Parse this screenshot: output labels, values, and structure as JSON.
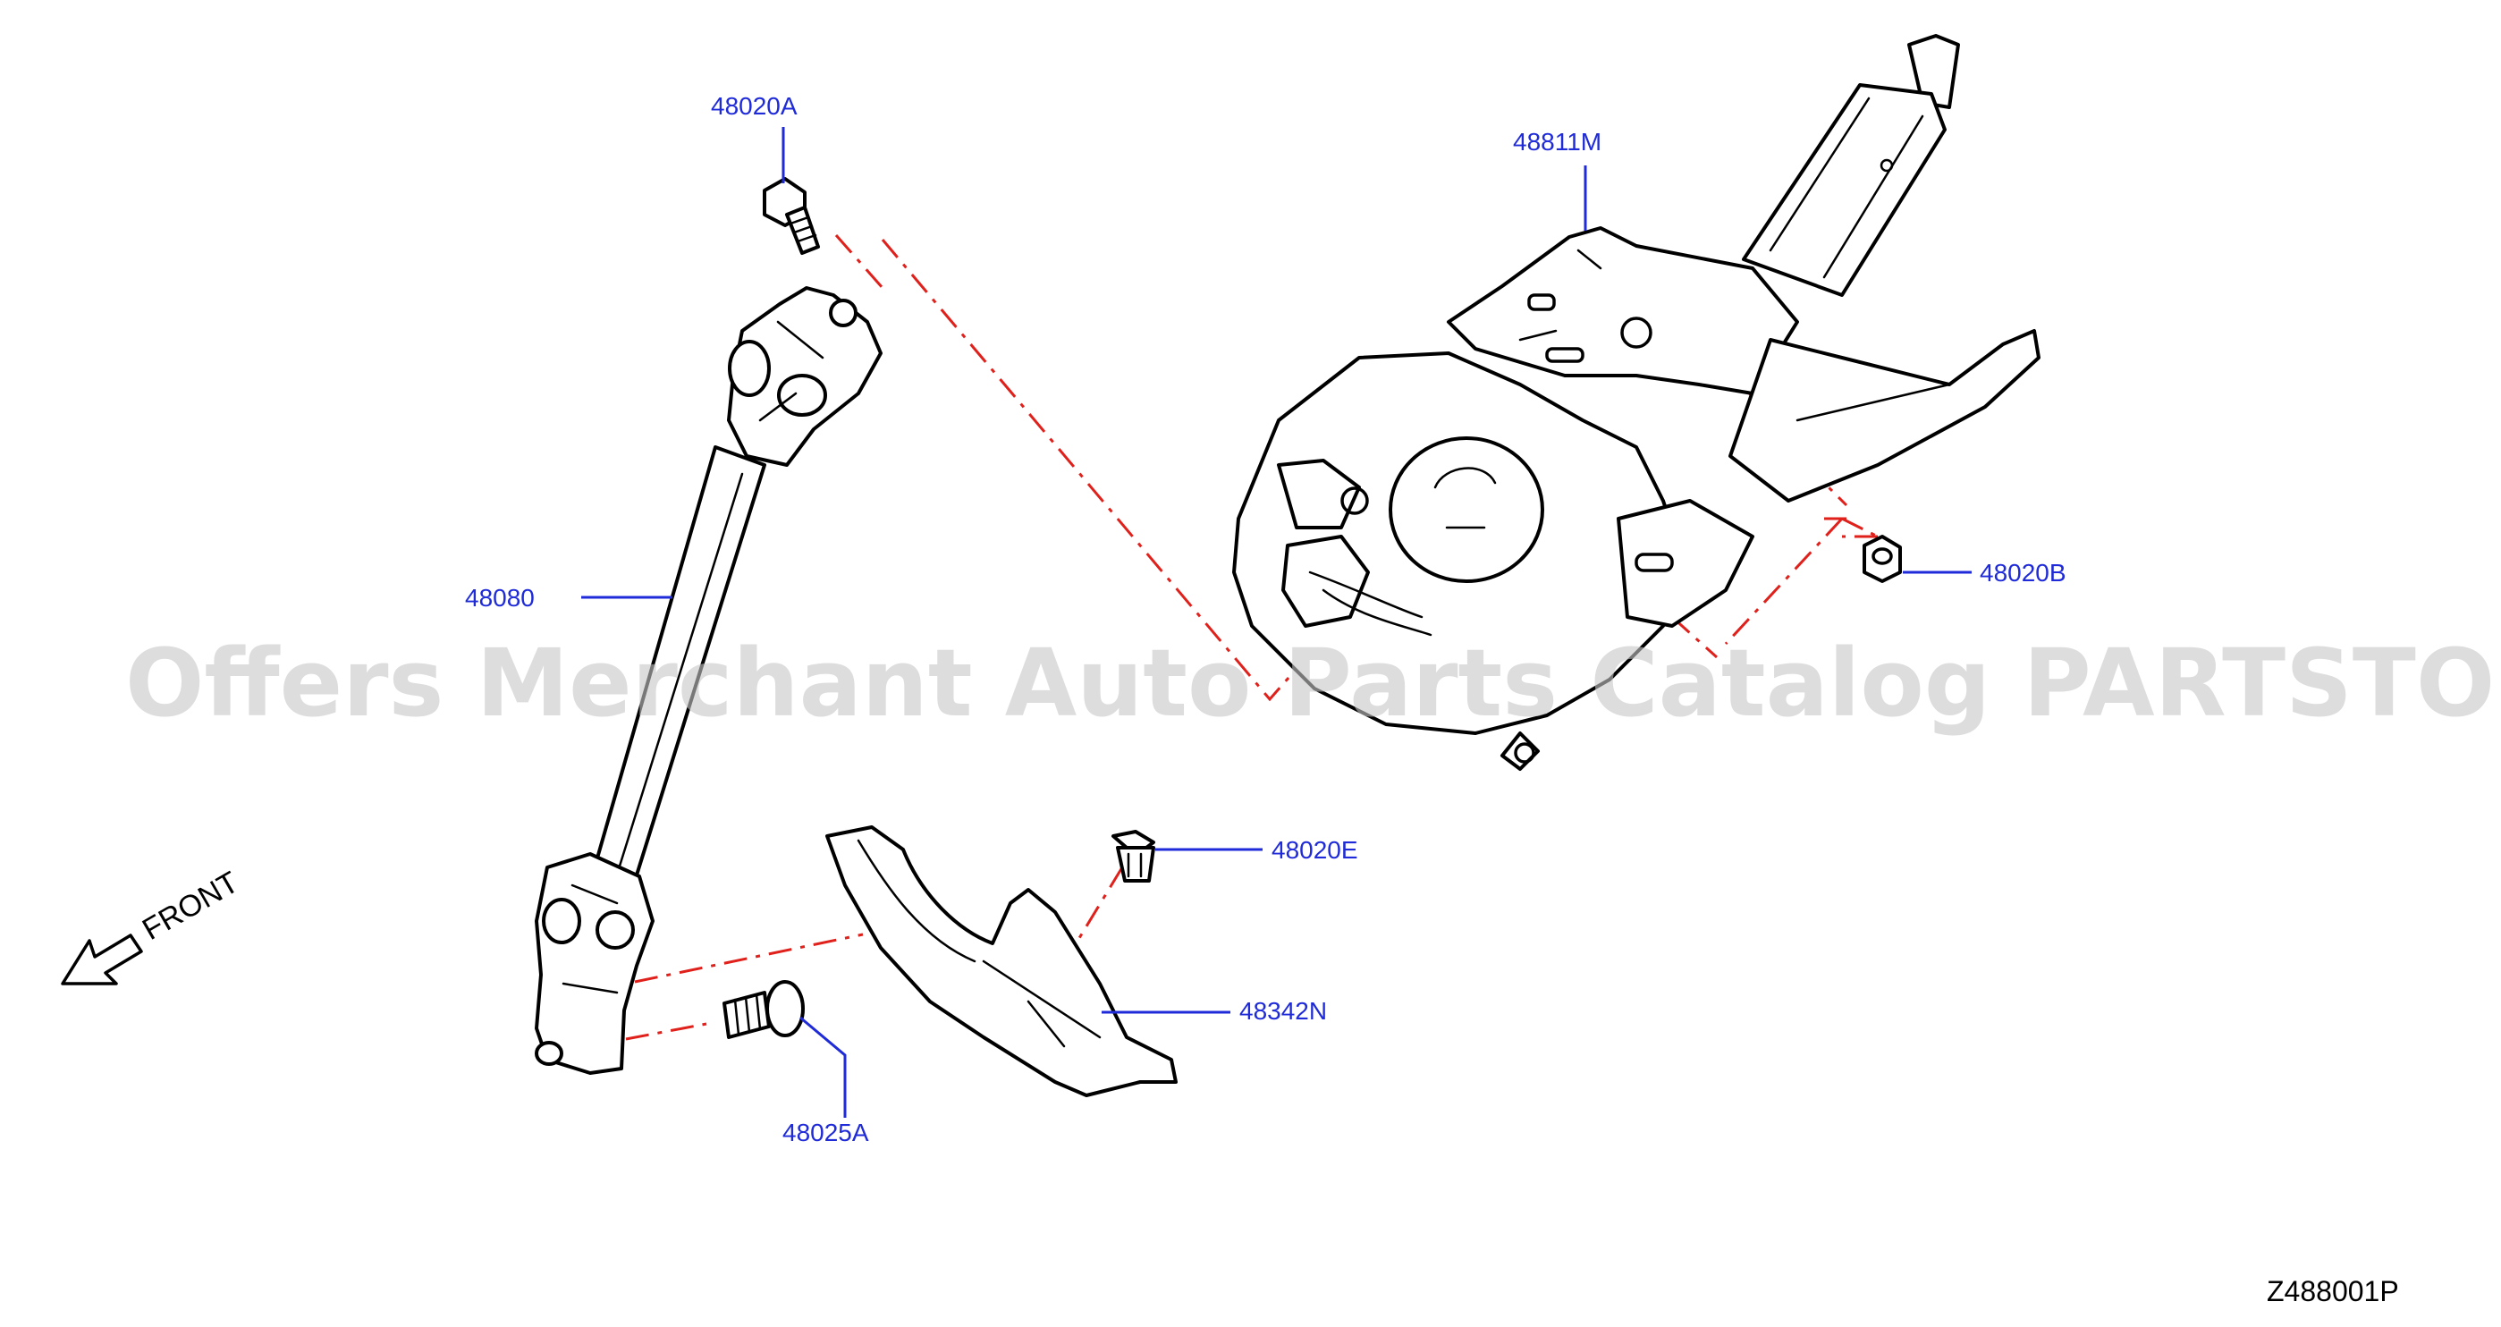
{
  "diagram": {
    "watermark": "Offers Merchant Auto Parts Catalog PARTSTORE.SA",
    "reference_code": "Z488001P",
    "direction_label": "FRONT",
    "callouts": [
      {
        "id": "bolt-top",
        "label": "48020A"
      },
      {
        "id": "column",
        "label": "48811M"
      },
      {
        "id": "nut",
        "label": "48020B"
      },
      {
        "id": "shaft",
        "label": "48080"
      },
      {
        "id": "clip",
        "label": "48020E"
      },
      {
        "id": "cover",
        "label": "48342N"
      },
      {
        "id": "bolt-bottom",
        "label": "48025A"
      }
    ]
  }
}
